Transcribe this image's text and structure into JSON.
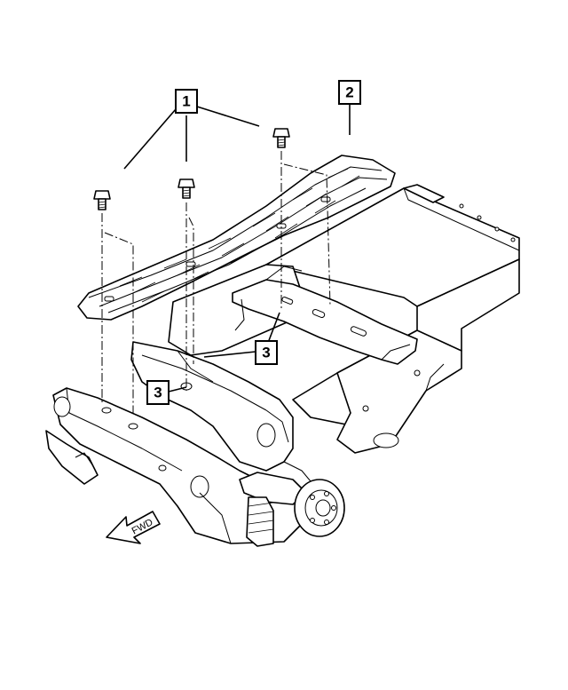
{
  "callouts": [
    {
      "id": "callout-1",
      "label": "1"
    },
    {
      "id": "callout-2",
      "label": "2"
    },
    {
      "id": "callout-3-upper",
      "label": "3"
    },
    {
      "id": "callout-3-lower",
      "label": "3"
    }
  ],
  "direction_arrow": {
    "label": "FWD"
  },
  "colors": {
    "line": "#000000",
    "background": "#ffffff"
  }
}
